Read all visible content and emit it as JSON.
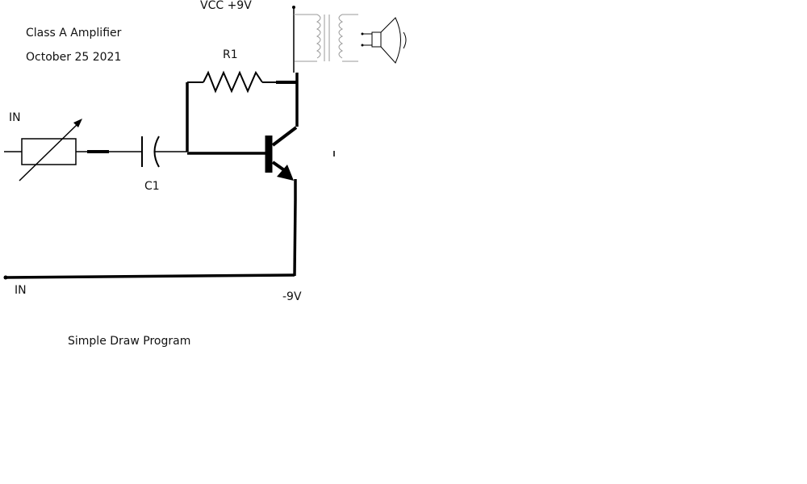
{
  "header": {
    "title": "Class A Amplifier",
    "date": "October 25 2021"
  },
  "labels": {
    "vcc": "VCC +9V",
    "r1": "R1",
    "in_top": "IN",
    "c1": "C1",
    "in_bottom": "IN",
    "vneg": "-9V"
  },
  "footer": {
    "program": "Simple Draw Program"
  },
  "colors": {
    "ink": "#000000",
    "background": "#ffffff",
    "transformer_gray": "#9a9a9a"
  },
  "components": [
    "variable-resistor",
    "capacitor",
    "resistor",
    "npn-transistor",
    "transformer",
    "speaker"
  ]
}
